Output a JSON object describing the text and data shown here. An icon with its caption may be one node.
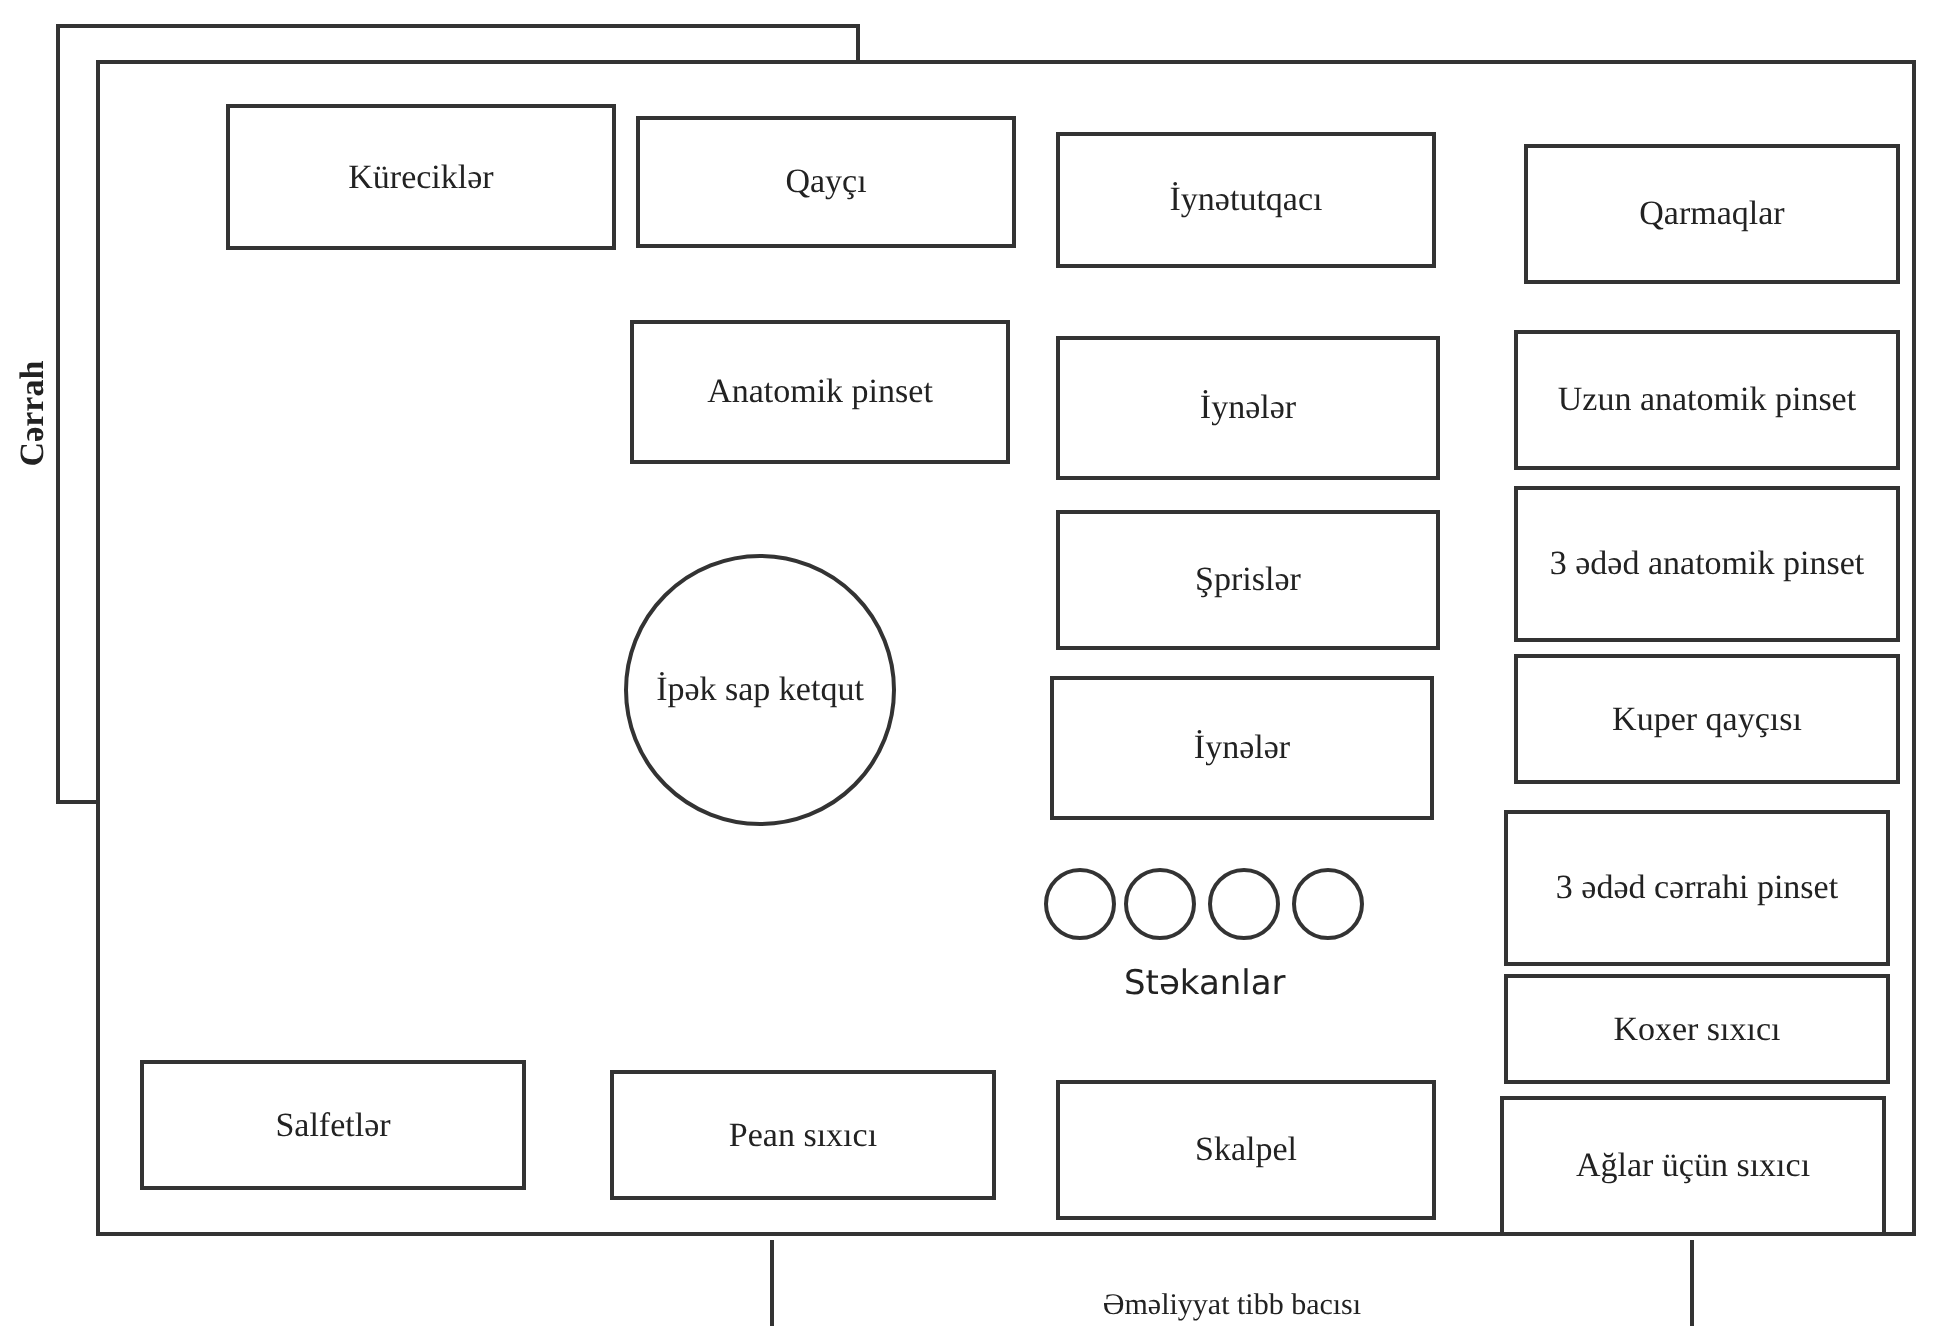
{
  "diagram": {
    "nodes": [
      {
        "text": [
          "Cərrah"
        ]
      },
      {
        "text": [],
        "shape": "box"
      },
      {
        "text": [
          "Küreciklər"
        ],
        "in": 1
      },
      {
        "text": [
          "Qayçı"
        ],
        "in": 1
      },
      {
        "text": [
          "İynətutqacı"
        ],
        "in": 1
      },
      {
        "text": [
          "Qarmaqlar"
        ],
        "in": 1
      },
      {
        "text": [
          "Anatomik pinset"
        ],
        "in": 1
      },
      {
        "text": [
          "İynələr"
        ],
        "in": 1
      },
      {
        "text": [
          "Uzun anatomik pinset"
        ],
        "in": 1
      },
      {
        "text": [
          "3 ədəd anatomik pinset"
        ],
        "in": 1
      },
      {
        "text": [
          "Şprislər"
        ],
        "in": 1
      },
      {
        "text": [
          "İpək sap ketqut"
        ],
        "in": 1
      },
      {
        "text": [
          "Kuper qayçısı"
        ],
        "in": 1
      },
      {
        "text": [
          "İynələr"
        ],
        "in": 1
      },
      {
        "text": [
          "3 ədəd cərrahi pinset"
        ],
        "in": 1
      },
      {
        "text": [],
        "shape": "circle",
        "in": 1
      },
      {
        "text": [],
        "shape": "circle",
        "in": 1
      },
      {
        "text": [],
        "shape": "circle",
        "in": 1
      },
      {
        "text": [],
        "shape": "circle",
        "in": 1
      },
      {
        "text": [
          "Koxer sıxıcı"
        ],
        "in": 1
      },
      {
        "text": [
          "Salfetlər"
        ],
        "in": 1
      },
      {
        "text": [
          "Pean sıxıcı"
        ],
        "in": 1
      },
      {
        "text": [
          "Skalpel"
        ],
        "in": 1
      },
      {
        "text": [
          "Ağlar üçün sıxıcı"
        ],
        "in": 1
      },
      {
        "text": [
          "Əməliyyat tibb bacısı"
        ]
      }
    ],
    "labels": [
      "Stəkanlar"
    ]
  }
}
